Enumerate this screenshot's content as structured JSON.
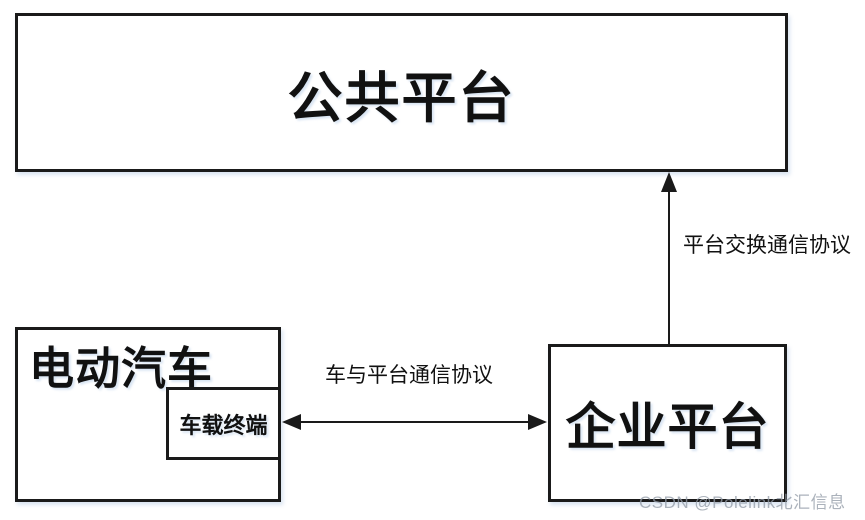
{
  "diagram": {
    "nodes": {
      "public_platform": {
        "label": "公共平台"
      },
      "electric_vehicle": {
        "label": "电动汽车"
      },
      "vehicle_terminal": {
        "label": "车载终端"
      },
      "enterprise_platform": {
        "label": "企业平台"
      }
    },
    "edges": {
      "platform_exchange": {
        "label": "平台交换通信协议",
        "from": "enterprise_platform",
        "to": "public_platform",
        "direction": "up",
        "arrowheads": "single"
      },
      "vehicle_platform": {
        "label": "车与平台通信协议",
        "from": "vehicle_terminal",
        "to": "enterprise_platform",
        "direction": "horizontal",
        "arrowheads": "double"
      }
    },
    "watermark": "CSDN @Polelink北汇信息"
  },
  "colors": {
    "border": "#1a1a1a",
    "background": "#ffffff",
    "text": "#111111",
    "watermark": "#949ca8"
  }
}
